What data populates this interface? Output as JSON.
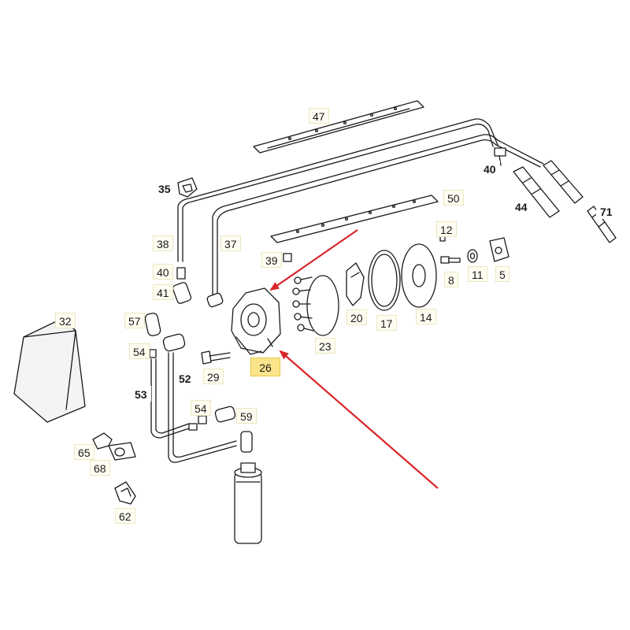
{
  "diagram": {
    "callouts": {
      "c47": "47",
      "c40a": "40",
      "c35": "35",
      "c50": "50",
      "c44": "44",
      "c71": "71",
      "c12": "12",
      "c38": "38",
      "c37": "37",
      "c39": "39",
      "c40b": "40",
      "c8": "8",
      "c11": "11",
      "c5": "5",
      "c41": "41",
      "c57": "57",
      "c32": "32",
      "c20": "20",
      "c17": "17",
      "c14": "14",
      "c54a": "54",
      "c23": "23",
      "c26": "26",
      "c52": "52",
      "c29": "29",
      "c53": "53",
      "c54b": "54",
      "c59": "59",
      "c65": "65",
      "c68": "68",
      "c62": "62"
    },
    "highlighted_part": "26",
    "arrow_color": "#d9262b",
    "highlight_color": "#fbe58a"
  }
}
